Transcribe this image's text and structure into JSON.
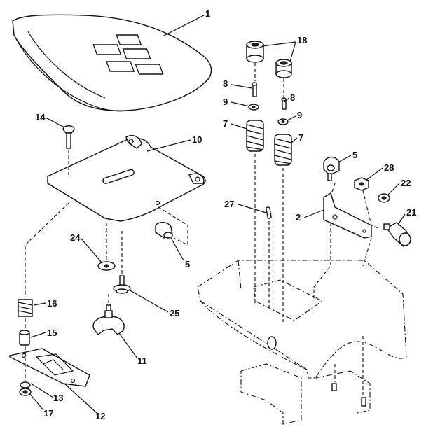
{
  "callouts": {
    "c1": "1",
    "c18": "18",
    "c8a": "8",
    "c8b": "8",
    "c9a": "9",
    "c9b": "9",
    "c7a": "7",
    "c7b": "7",
    "c14": "14",
    "c10": "10",
    "c5a": "5",
    "c28": "28",
    "c22": "22",
    "c27": "27",
    "c2": "2",
    "c21": "21",
    "c24": "24",
    "c5b": "5",
    "c25": "25",
    "c16": "16",
    "c15": "15",
    "c11": "11",
    "c13": "13",
    "c12": "12",
    "c17": "17"
  }
}
